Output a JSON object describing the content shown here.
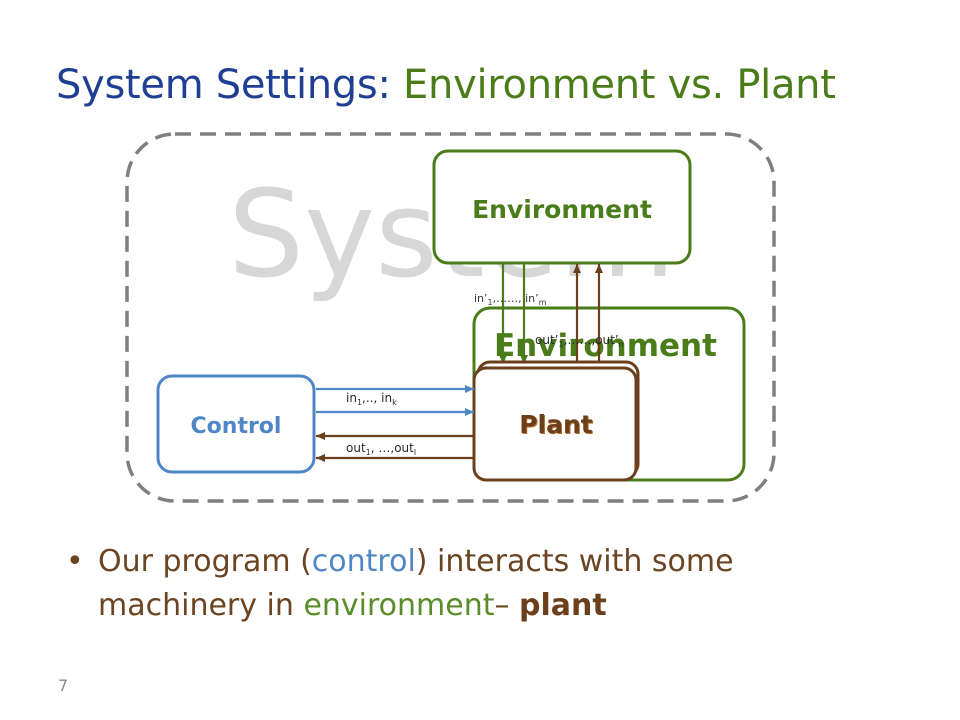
{
  "slide": {
    "title_part1": "System Settings:",
    "title_part2": "Environment vs. Plant",
    "page_number": "7"
  },
  "diagram": {
    "system_watermark": "System",
    "environment_top_label": "Environment",
    "environment_right_label": "Environment",
    "plant_labels": [
      "Plant",
      "Plant"
    ],
    "control_label": "Control",
    "in_prime_label": "in’",
    "in_prime_sub1": "1",
    "in_prime_mid": ",……, in’",
    "in_prime_sub2": "m",
    "out_prime_label": "out’",
    "out_prime_sub1": "1",
    "out_prime_mid": ",……,out’",
    "out_prime_sub2": "n",
    "in_label": "in",
    "in_sub1": "1",
    "in_mid": ",.., in",
    "in_sub2": "k",
    "out_label": "out",
    "out_sub1": "1",
    "out_mid": ", …,out",
    "out_sub2": "l"
  },
  "bullets": [
    {
      "seg1": "Our program (",
      "seg2": "control",
      "seg3": ") interacts with some machinery in ",
      "seg4": "environment",
      "seg5": "– ",
      "seg6": "plant"
    }
  ],
  "colors": {
    "title_blue": "#1f3f93",
    "title_green": "#4a7d1a",
    "env_green": "#4a7d1a",
    "plant_brown": "#6b3f1c",
    "control_blue": "#4f87c6",
    "dashed_gray": "#7f7f7f"
  }
}
